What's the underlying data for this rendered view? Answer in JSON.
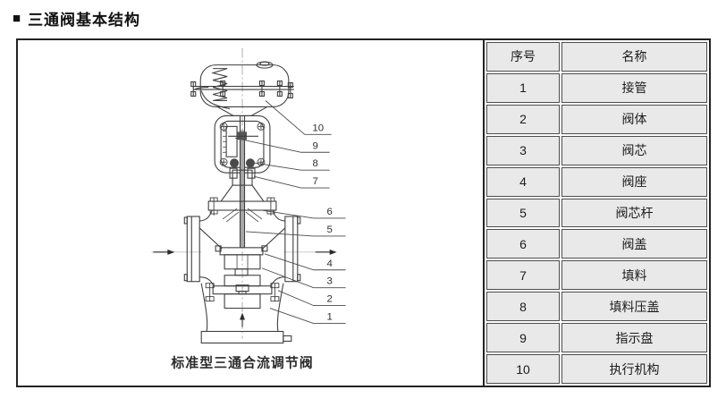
{
  "page": {
    "title_marker": "■",
    "title": "三通阀基本结构"
  },
  "diagram": {
    "caption": "标准型三通合流调节阀",
    "callouts": [
      "1",
      "2",
      "3",
      "4",
      "5",
      "6",
      "7",
      "8",
      "9",
      "10"
    ],
    "flow_arrows": {
      "left_inlet": "→",
      "right_outlet": "→",
      "bottom_inlet": "↑"
    }
  },
  "table": {
    "headers": {
      "num": "序号",
      "name": "名称"
    },
    "rows": [
      {
        "num": "1",
        "name": "接管"
      },
      {
        "num": "2",
        "name": "阀体"
      },
      {
        "num": "3",
        "name": "阀芯"
      },
      {
        "num": "4",
        "name": "阀座"
      },
      {
        "num": "5",
        "name": "阀芯杆"
      },
      {
        "num": "6",
        "name": "阀盖"
      },
      {
        "num": "7",
        "name": "填料"
      },
      {
        "num": "8",
        "name": "填料压盖"
      },
      {
        "num": "9",
        "name": "指示盘"
      },
      {
        "num": "10",
        "name": "执行机构"
      }
    ]
  },
  "colors": {
    "line": "#3f3f3f",
    "frame_border": "#232323",
    "table_cell_bg": "#e9e9e9",
    "table_cell_border": "#4d4d4d",
    "text": "#1a1a1a"
  }
}
